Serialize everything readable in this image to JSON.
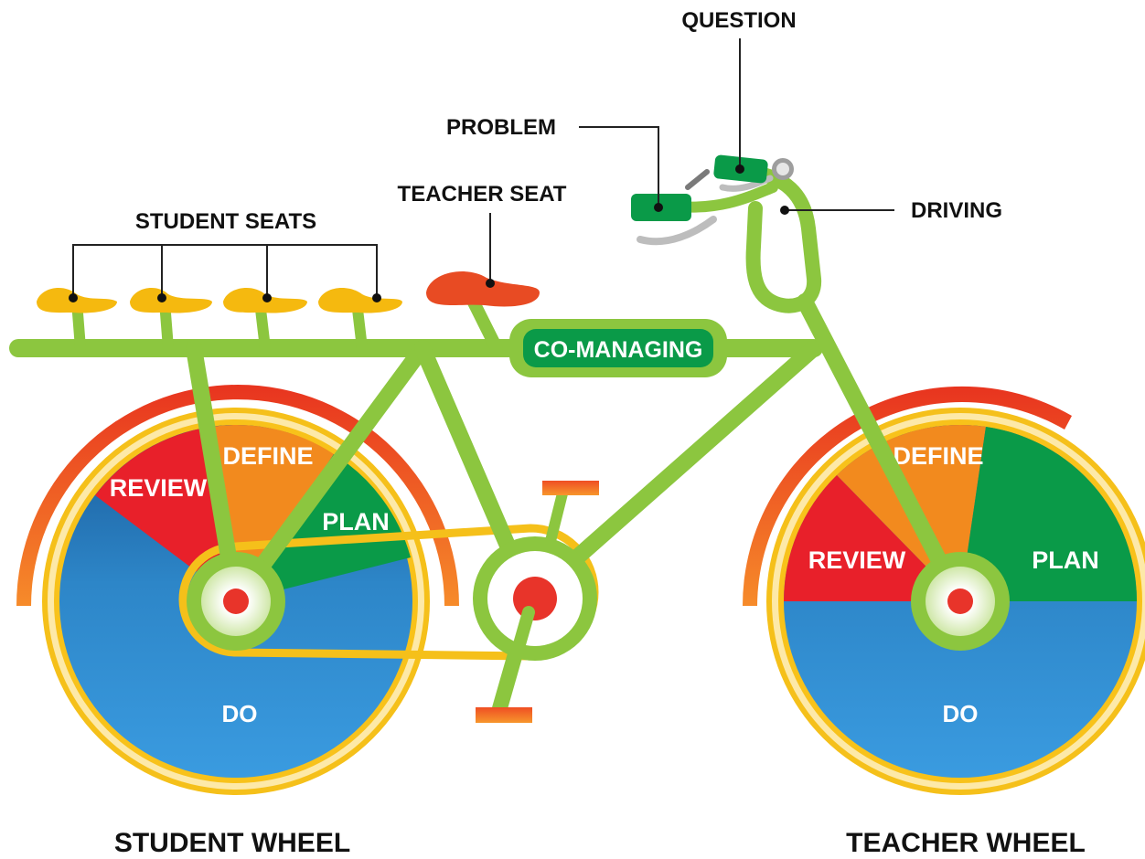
{
  "labels": {
    "question": "QUESTION",
    "problem": "PROBLEM",
    "teacher_seat": "TEACHER SEAT",
    "student_seats": "STUDENT SEATS",
    "driving": "DRIVING",
    "co_managing": "CO-MANAGING"
  },
  "student_wheel": {
    "caption": "STUDENT WHEEL",
    "segments": {
      "review": "REVIEW",
      "define": "DEFINE",
      "plan": "PLAN",
      "do": "DO"
    }
  },
  "teacher_wheel": {
    "caption": "TEACHER WHEEL",
    "segments": {
      "review": "REVIEW",
      "define": "DEFINE",
      "plan": "PLAN",
      "do": "DO"
    }
  },
  "colors": {
    "frame": "#8cc63f",
    "frame_dark": "#6da82e",
    "green": "#0a9a48",
    "red": "#e8202a",
    "orange": "#f28a1e",
    "blue": "#2d86c8",
    "blue_dark": "#1a5b9a",
    "yellow": "#f8c21a",
    "fender": "#ef4e23",
    "seat": "#f5b90f",
    "teacher_seat": "#e84b23"
  }
}
